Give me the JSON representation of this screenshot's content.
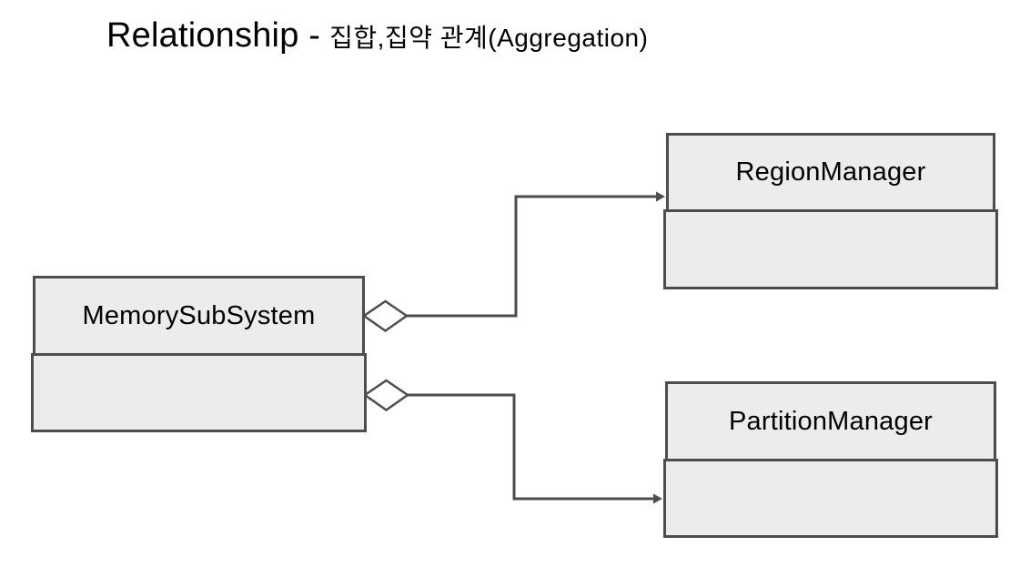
{
  "title": {
    "main": "Relationship -",
    "sub": "집합,집약 관계(Aggregation)"
  },
  "diagram": {
    "type": "uml-class-diagram",
    "classes": [
      {
        "name": "MemorySubSystem",
        "members": ""
      },
      {
        "name": "RegionManager",
        "members": ""
      },
      {
        "name": "PartitionManager",
        "members": ""
      }
    ],
    "relations": [
      {
        "from": "MemorySubSystem",
        "to": "RegionManager",
        "kind": "aggregation",
        "marker_at_source": "hollow-diamond",
        "marker_at_target": "arrow"
      },
      {
        "from": "MemorySubSystem",
        "to": "PartitionManager",
        "kind": "aggregation",
        "marker_at_source": "hollow-diamond",
        "marker_at_target": "arrow"
      }
    ]
  },
  "colors": {
    "box_fill": "#ececec",
    "box_border": "#4d4d4d",
    "line": "#4d4d4d",
    "text": "#000000",
    "background": "#ffffff"
  }
}
